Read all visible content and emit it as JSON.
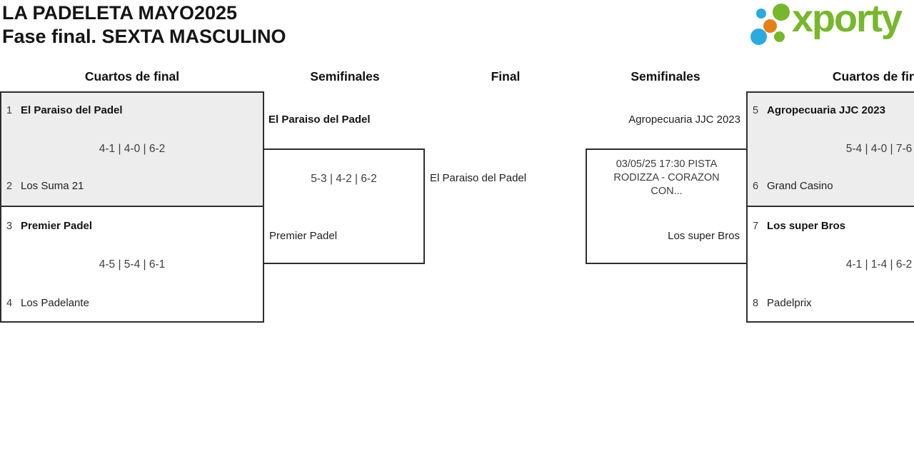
{
  "header": {
    "title_line1": "LA PADELETA MAYO2025",
    "title_line2": "Fase final. SEXTA MASCULINO",
    "logo_text": "xporty"
  },
  "rounds": [
    "Cuartos de final",
    "Semifinales",
    "Final",
    "Semifinales",
    "Cuartos de final"
  ],
  "matches": {
    "qf_left_1": {
      "seed1": "1",
      "team1": "El Paraiso del Padel",
      "score": "4-1 | 4-0 | 6-2",
      "seed2": "2",
      "team2": "Los Suma 21"
    },
    "qf_left_2": {
      "seed1": "3",
      "team1": "Premier Padel",
      "score": "4-5 | 5-4 | 6-1",
      "seed2": "4",
      "team2": "Los Padelante"
    },
    "sf_left": {
      "team1": "El Paraiso del Padel",
      "score": "5-3 | 4-2 | 6-2",
      "team2": "Premier Padel"
    },
    "final": {
      "winner": "El Paraiso del Padel"
    },
    "sf_right": {
      "team1": "Agropecuaria JJC 2023",
      "schedule": "03/05/25 17:30 PISTA RODIZZA - CORAZON CON...",
      "team2": "Los super Bros"
    },
    "qf_right_1": {
      "seed1": "5",
      "team1": "Agropecuaria JJC 2023",
      "score": "5-4 | 4-0 | 7-6",
      "seed2": "6",
      "team2": "Grand Casino"
    },
    "qf_right_2": {
      "seed1": "7",
      "team1": "Los super Bros",
      "score": "4-1 | 1-4 | 6-2",
      "seed2": "8",
      "team2": "Padelprix"
    }
  },
  "colors": {
    "accent_green": "#76b82a",
    "accent_blue": "#29abe2",
    "accent_orange": "#e87e16",
    "box_fill": "#ededed",
    "border": "#2e2e2e"
  }
}
